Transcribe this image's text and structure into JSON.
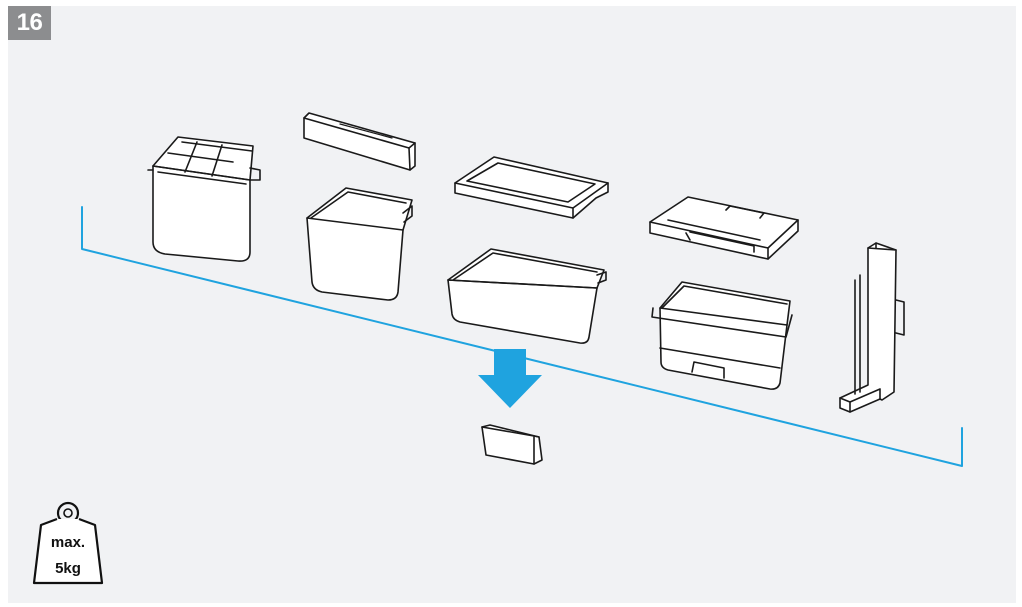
{
  "step": {
    "number": "16"
  },
  "weight_limit": {
    "line1": "max.",
    "line2": "5kg"
  },
  "colors": {
    "background": "#f1f2f4",
    "badge": "#8c8d8f",
    "accent": "#1fa3df",
    "outline": "#1a1a1a"
  },
  "icons": {
    "weight": "weight-kettlebell-icon",
    "arrow": "arrow-down-icon"
  }
}
